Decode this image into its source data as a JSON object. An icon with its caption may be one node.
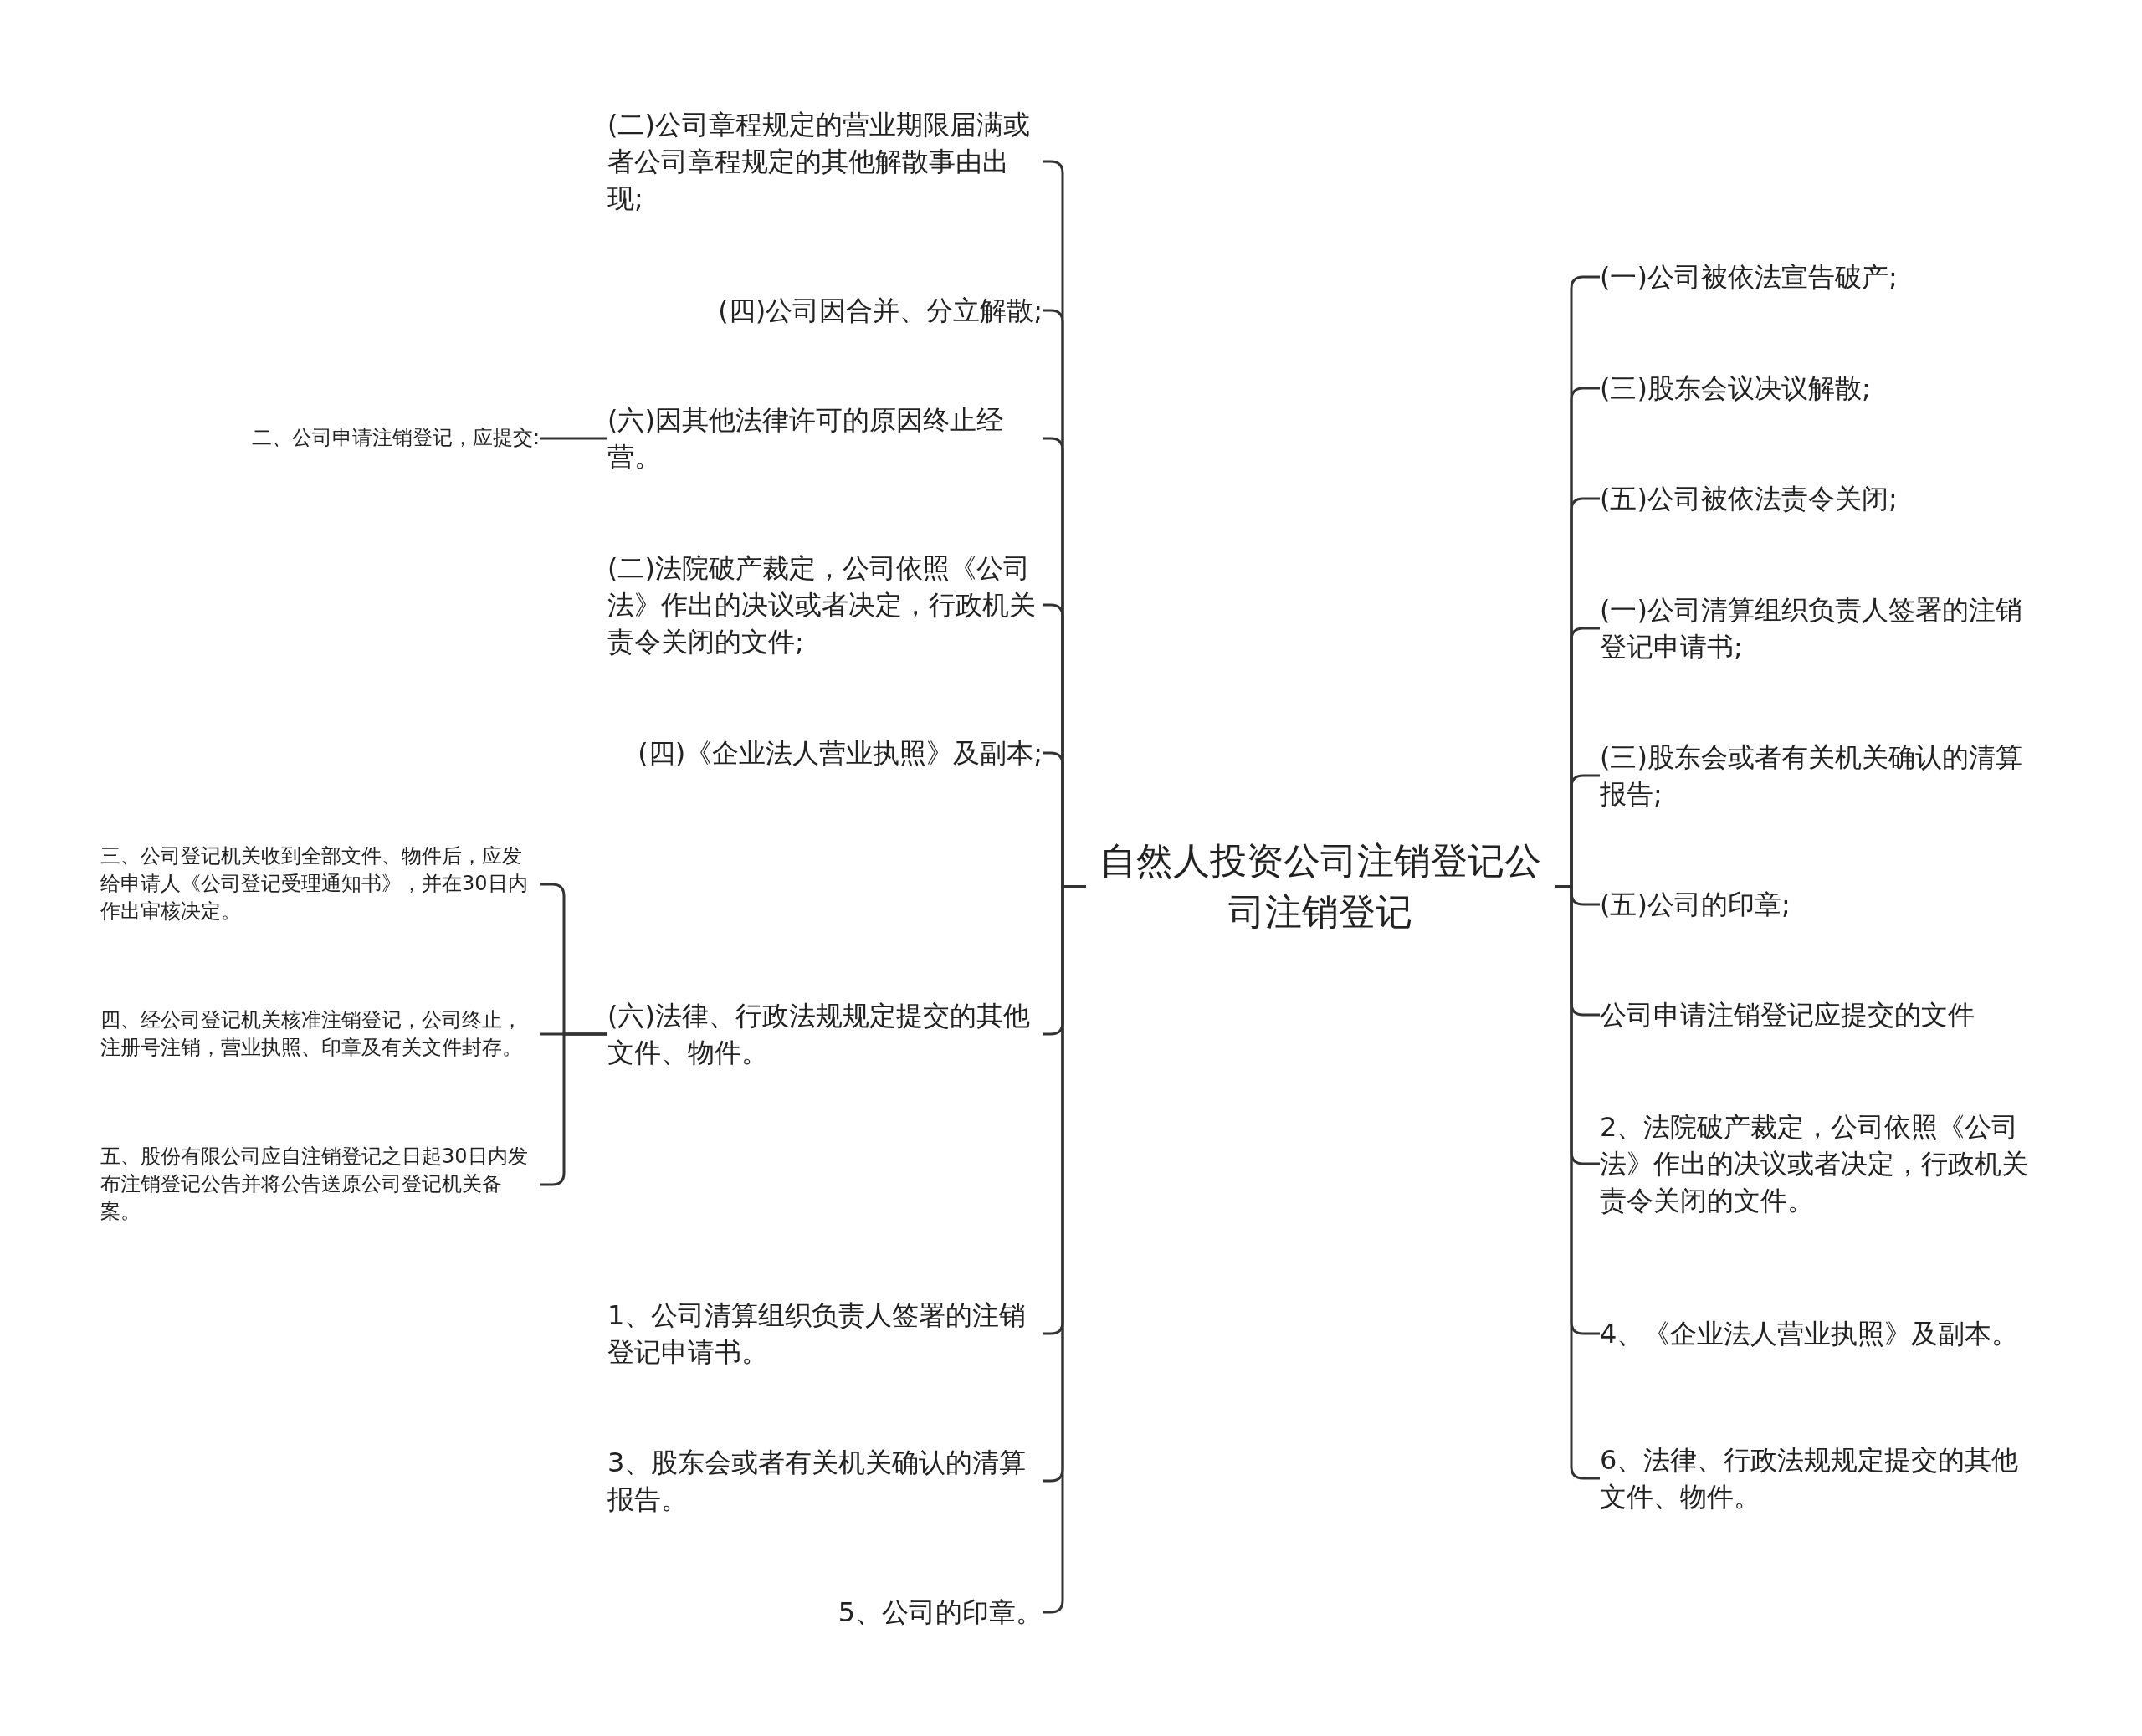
{
  "diagram": {
    "nodes": [
      {
        "text": [
          "自然人投资公司注销登记公司注销登记"
        ]
      },
      {
        "text": [
          "(二)公司章程规定的营业期限届满或者公司章程规定的其他解散事由出现;"
        ]
      },
      {
        "text": [
          "(四)公司因合并、分立解散;"
        ]
      },
      {
        "text": [
          "(六)因其他法律许可的原因终止经营。"
        ]
      },
      {
        "text": [
          "(二)法院破产裁定，公司依照《公司法》作出的决议或者决定，行政机关责令关闭的文件;"
        ]
      },
      {
        "text": [
          "(四)《企业法人营业执照》及副本;"
        ]
      },
      {
        "text": [
          "(六)法律、行政法规规定提交的其他文件、物件。"
        ]
      },
      {
        "text": [
          "1、公司清算组织负责人签署的注销登记申请书。"
        ]
      },
      {
        "text": [
          "3、股东会或者有关机关确认的清算报告。"
        ]
      },
      {
        "text": [
          "5、公司的印章。"
        ]
      },
      {
        "text": [
          "二、公司申请注销登记，应提交:"
        ]
      },
      {
        "text": [
          "三、公司登记机关收到全部文件、物件后，应发给申请人《公司登记受理通知书》，并在30日内作出审核决定。"
        ]
      },
      {
        "text": [
          "四、经公司登记机关核准注销登记，公司终止，注册号注销，营业执照、印章及有关文件封存。"
        ]
      },
      {
        "text": [
          "五、股份有限公司应自注销登记之日起30日内发布注销登记公告并将公告送原公司登记机关备案。"
        ]
      },
      {
        "text": [
          "(一)公司被依法宣告破产;"
        ]
      },
      {
        "text": [
          "(三)股东会议决议解散;"
        ]
      },
      {
        "text": [
          "(五)公司被依法责令关闭;"
        ]
      },
      {
        "text": [
          "(一)公司清算组织负责人签署的注销登记申请书;"
        ]
      },
      {
        "text": [
          "(三)股东会或者有关机关确认的清算报告;"
        ]
      },
      {
        "text": [
          "(五)公司的印章;"
        ]
      },
      {
        "text": [
          "公司申请注销登记应提交的文件"
        ]
      },
      {
        "text": [
          "2、法院破产裁定，公司依照《公司法》作出的决议或者决定，行政机关责令关闭的文件。"
        ]
      },
      {
        "text": [
          "4、《企业法人营业执照》及副本。"
        ]
      },
      {
        "text": [
          "6、法律、行政法规规定提交的其他文件、物件。"
        ]
      }
    ],
    "edges": [
      {
        "from": 0,
        "to": 1,
        "arrow": "none"
      },
      {
        "from": 0,
        "to": 2,
        "arrow": "none"
      },
      {
        "from": 0,
        "to": 3,
        "arrow": "none"
      },
      {
        "from": 0,
        "to": 4,
        "arrow": "none"
      },
      {
        "from": 0,
        "to": 5,
        "arrow": "none"
      },
      {
        "from": 0,
        "to": 6,
        "arrow": "none"
      },
      {
        "from": 0,
        "to": 7,
        "arrow": "none"
      },
      {
        "from": 0,
        "to": 8,
        "arrow": "none"
      },
      {
        "from": 0,
        "to": 9,
        "arrow": "none"
      },
      {
        "from": 3,
        "to": 10,
        "arrow": "none"
      },
      {
        "from": 6,
        "to": 11,
        "arrow": "none"
      },
      {
        "from": 6,
        "to": 12,
        "arrow": "none"
      },
      {
        "from": 6,
        "to": 13,
        "arrow": "none"
      },
      {
        "from": 0,
        "to": 14,
        "arrow": "none"
      },
      {
        "from": 0,
        "to": 15,
        "arrow": "none"
      },
      {
        "from": 0,
        "to": 16,
        "arrow": "none"
      },
      {
        "from": 0,
        "to": 17,
        "arrow": "none"
      },
      {
        "from": 0,
        "to": 18,
        "arrow": "none"
      },
      {
        "from": 0,
        "to": 19,
        "arrow": "none"
      },
      {
        "from": 0,
        "to": 20,
        "arrow": "none"
      },
      {
        "from": 0,
        "to": 21,
        "arrow": "none"
      },
      {
        "from": 0,
        "to": 22,
        "arrow": "none"
      },
      {
        "from": 0,
        "to": 23,
        "arrow": "none"
      }
    ]
  }
}
